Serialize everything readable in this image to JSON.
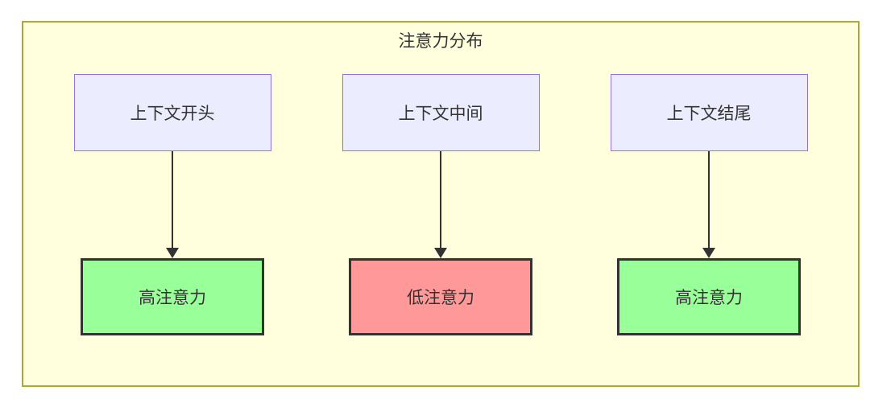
{
  "diagram": {
    "title": "注意力分布",
    "colors": {
      "container_fill": "#ffffde",
      "container_border": "#aaaa33",
      "source_fill": "#ececff",
      "source_border": "#9370db",
      "high_attention_fill": "#99ff99",
      "low_attention_fill": "#ff9999",
      "result_border": "#333333",
      "arrow": "#333333",
      "text": "#333333"
    },
    "columns": [
      {
        "source": "上下文开头",
        "target": "高注意力",
        "level": "high"
      },
      {
        "source": "上下文中间",
        "target": "低注意力",
        "level": "low"
      },
      {
        "source": "上下文结尾",
        "target": "高注意力",
        "level": "high"
      }
    ]
  }
}
